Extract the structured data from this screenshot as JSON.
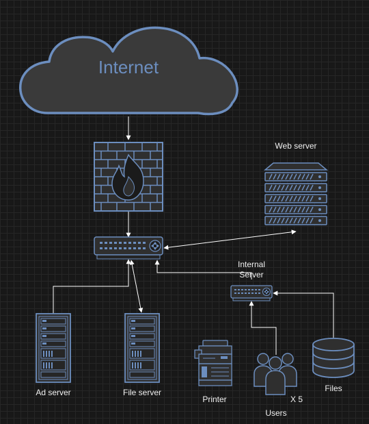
{
  "nodes": {
    "internet": {
      "label": "Internet"
    },
    "web_server": {
      "label": "Web server"
    },
    "internal_server": {
      "label_line1": "Internal",
      "label_line2": "Server"
    },
    "ad_server": {
      "label": "Ad server"
    },
    "file_server": {
      "label": "File server"
    },
    "printer": {
      "label": "Printer"
    },
    "users": {
      "label": "Users",
      "count": "X 5"
    },
    "files": {
      "label": "Files"
    }
  },
  "colors": {
    "outline": "#6c8ebf",
    "device_fill": "#2f2f2f",
    "cloud_fill": "#3a3a3a",
    "connector": "#ffffff",
    "background": "#181818"
  }
}
